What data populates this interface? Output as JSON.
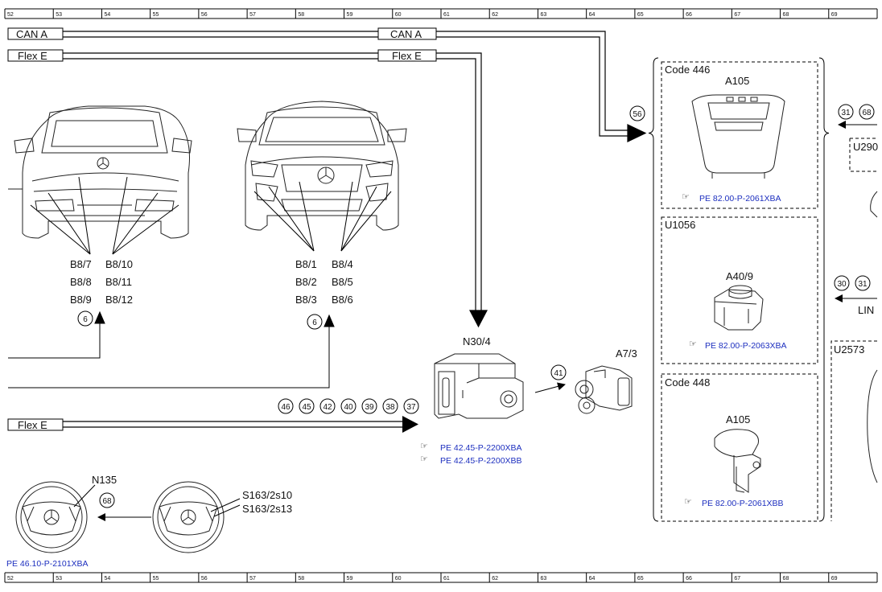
{
  "ruler": {
    "cols": [
      "52",
      "53",
      "54",
      "55",
      "56",
      "57",
      "58",
      "59",
      "60",
      "61",
      "62",
      "63",
      "64",
      "65",
      "66",
      "67",
      "68",
      "69"
    ]
  },
  "bus": {
    "can_a": "CAN A",
    "flex_e": "Flex E"
  },
  "rear_car": {
    "sensors_left": [
      "B8/7",
      "B8/8",
      "B8/9"
    ],
    "sensors_right": [
      "B8/10",
      "B8/11",
      "B8/12"
    ],
    "ref_circle": "6"
  },
  "front_car": {
    "sensors_left": [
      "B8/1",
      "B8/2",
      "B8/3"
    ],
    "sensors_right": [
      "B8/4",
      "B8/5",
      "B8/6"
    ],
    "ref_circle": "6"
  },
  "n30_4": {
    "label": "N30/4",
    "refs": [
      "PE 42.45-P-2200XBA",
      "PE 42.45-P-2200XBB"
    ],
    "input_circles": [
      "46",
      "45",
      "42",
      "40",
      "39",
      "38",
      "37"
    ]
  },
  "a7_3": {
    "label": "A7/3",
    "circle": "41"
  },
  "steering": {
    "n135": "N135",
    "switches": [
      "S163/2s10",
      "S163/2s13"
    ],
    "circle": "68",
    "ref": "PE 46.10-P-2101XBA"
  },
  "right_panel": {
    "can_circle": "56",
    "boxes": [
      {
        "title": "Code 446",
        "part": "A105",
        "ref": "PE 82.00-P-2061XBA"
      },
      {
        "title": "U1056",
        "part": "A40/9",
        "ref": "PE 82.00-P-2063XBA"
      },
      {
        "title": "Code 448",
        "part": "A105",
        "ref": "PE 82.00-P-2061XBB"
      }
    ],
    "edge_circles_top": [
      "31",
      "68"
    ],
    "edge_circles_mid": [
      "30",
      "31"
    ],
    "edge_box_top": "U290",
    "edge_text_mid": "LIN",
    "edge_box_bottom": "U2573"
  }
}
